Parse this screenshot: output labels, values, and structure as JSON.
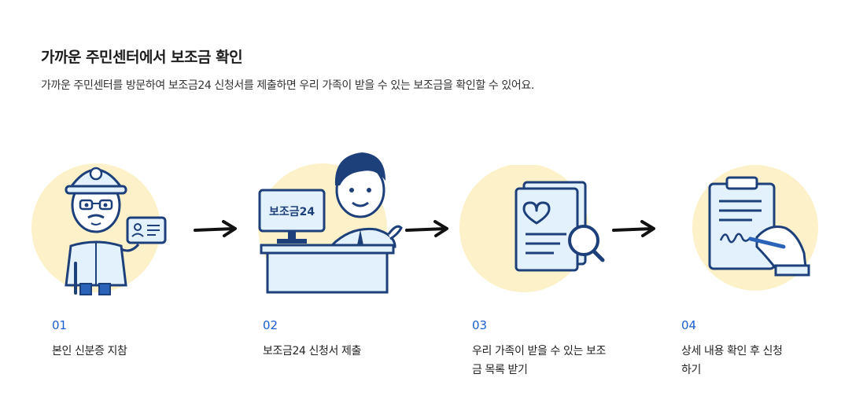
{
  "heading": {
    "title": "가까운 주민센터에서 보조금 확인",
    "description": "가까운 주민센터를 방문하여 보조금24 신청서를 제출하면 우리 가족이 받을 수 있는 보조금을 확인할 수 있어요."
  },
  "colors": {
    "accent_blue": "#1a5fcf",
    "circle_yellow": "#fdf1c9",
    "line_navy": "#1d3f7a",
    "fill_light_blue": "#e2f1fb"
  },
  "steps": [
    {
      "number": "01",
      "label": "본인 신분증 지참",
      "icon": "elderly-man-with-id-card-icon"
    },
    {
      "number": "02",
      "label": "보조금24 신청서 제출",
      "icon": "clerk-at-desk-icon"
    },
    {
      "number": "03",
      "label": "우리 가족이 받을 수 있는 보조금 목록 받기",
      "icon": "document-magnifier-icon"
    },
    {
      "number": "04",
      "label": "상세 내용 확인 후 신청하기",
      "icon": "clipboard-signing-icon"
    }
  ],
  "monitor_text": "보조금24"
}
